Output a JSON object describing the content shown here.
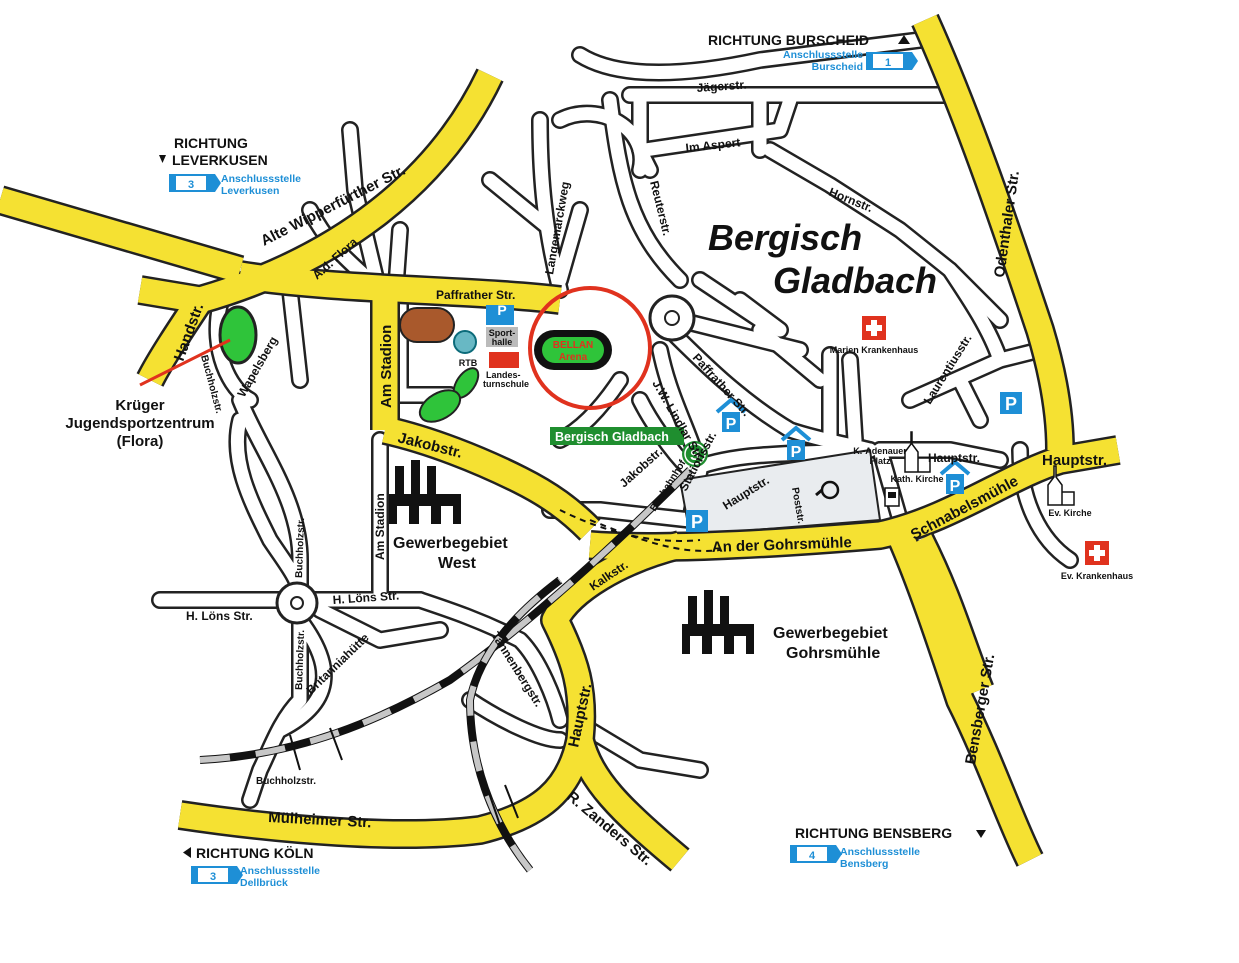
{
  "map": {
    "city_name_line1": "Bergisch",
    "city_name_line2": "Gladbach",
    "venue_label_line1": "BELLAN",
    "venue_label_line2": "Arena",
    "station_label": "Bergisch Gladbach",
    "station_symbol": "S",
    "colors": {
      "main_road": "#f5e132",
      "side_road": "#ffffff",
      "road_outline": "#222222",
      "venue_circle": "#e0321e",
      "venue_field": "#2fc43a",
      "station_green": "#1f8e2f",
      "parking_blue": "#1e8fd6",
      "hospital_red": "#e0321e"
    }
  },
  "directions": {
    "burscheid": {
      "label": "RICHTUNG BURSCHEID",
      "exit_label1": "Anschlussstelle",
      "exit_label2": "Burscheid",
      "exit_number": "1"
    },
    "leverkusen": {
      "label1": "RICHTUNG",
      "label2": "LEVERKUSEN",
      "exit_label1": "Anschlussstelle",
      "exit_label2": "Leverkusen",
      "exit_number": "3"
    },
    "koeln": {
      "label": "RICHTUNG KÖLN",
      "exit_label1": "Anschlussstelle",
      "exit_label2": "Dellbrück",
      "exit_number": "3"
    },
    "bensberg": {
      "label": "RICHTUNG BENSBERG",
      "exit_label1": "Anschlussstelle",
      "exit_label2": "Bensberg",
      "exit_number": "4"
    }
  },
  "streets": {
    "jaegerstr": "Jägerstr.",
    "im_aspert": "Im Aspert",
    "hornstr": "Hornstr.",
    "odenthaler": "Odenthaler Str.",
    "langemarckweg": "Langemarckweg",
    "reuterstr": "Reuterstr.",
    "alte_wipperfuerther": "Alte Wipperfürther Str.",
    "a_d_flora": "A.d. Flora",
    "handstr": "Handstr.",
    "paffrather_1": "Paffrather Str.",
    "paffrather_2": "Paffrather Str.",
    "am_stadion_1": "Am Stadion",
    "am_stadion_2": "Am Stadion",
    "buchholzstr_1": "Buchholzstr.",
    "buchholzstr_2": "Buchholzstr.",
    "buchholzstr_3": "Buchholzstr.",
    "buchholzstr_4": "Buchholzstr.",
    "wapelsberg": "Wapelsberg",
    "jakobstr_1": "Jakobstr.",
    "jakobstr_2": "Jakobstr.",
    "jw_lindlar": "J.W. Lindlar Str.",
    "stationsstr": "Stationsstr.",
    "busbahnhof": "Busbahnhof",
    "hauptstr_1": "Hauptstr.",
    "hauptstr_2": "Hauptstr.",
    "hauptstr_3": "Hauptstr.",
    "hauptstr_4": "Hauptstr.",
    "poststr": "Poststr.",
    "laurentiusstr": "Laurentiusstr.",
    "schnabelsmuehle": "Schnabelsmühle",
    "an_der_gohrsmuehle": "An der Gohrsmühle",
    "kalkstr": "Kalkstr.",
    "h_loens_1": "H. Löns Str.",
    "h_loens_2": "H. Löns Str.",
    "britanniahuette": "Britanniahütte",
    "tannenbergstr": "Tannenbergstr.",
    "muelheimer": "Mülheimer Str.",
    "r_zanders": "R. Zanders Str.",
    "bensberger": "Bensberger Str."
  },
  "places": {
    "flora_line1": "Krüger",
    "flora_line2": "Jugendsportzentrum",
    "flora_line3": "(Flora)",
    "sporthalle_line1": "Sport-",
    "sporthalle_line2": "halle",
    "rtb": "RTB",
    "landesturnschule_line1": "Landes-",
    "landesturnschule_line2": "turnschule",
    "marien_krankenhaus": "Marien Krankenhaus",
    "ev_krankenhaus": "Ev. Krankenhaus",
    "ev_kirche": "Ev. Kirche",
    "kath_kirche": "Kath. Kirche",
    "k_adenauer_line1": "K.-Adenauer",
    "k_adenauer_line2": "Platz",
    "gewerbe_west_line1": "Gewerbegebiet",
    "gewerbe_west_line2": "West",
    "gewerbe_gohr_line1": "Gewerbegebiet",
    "gewerbe_gohr_line2": "Gohrsmühle",
    "parking_symbol": "P"
  }
}
